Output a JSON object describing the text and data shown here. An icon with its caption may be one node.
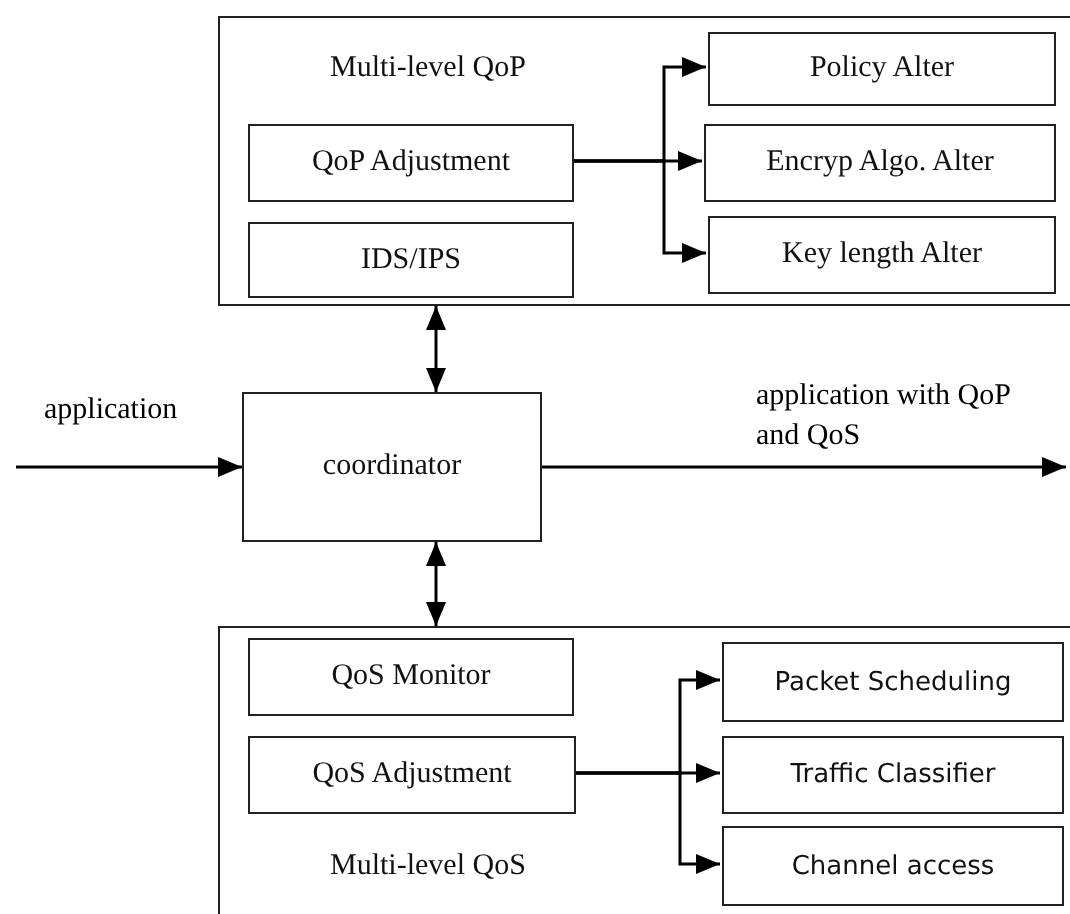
{
  "diagram": {
    "nodes": [
      {
        "text": [
          "Multi-level QoP"
        ]
      },
      {
        "text": [
          "QoP Adjustment"
        ],
        "in": 0
      },
      {
        "text": [
          "IDS/IPS"
        ],
        "in": 0
      },
      {
        "text": [
          "Policy Alter"
        ],
        "in": 0
      },
      {
        "text": [
          "Encryp Algo. Alter"
        ],
        "in": 0
      },
      {
        "text": [
          "Key length Alter"
        ],
        "in": 0
      },
      {
        "text": [
          "coordinator"
        ]
      },
      {
        "text": [
          "Multi-level QoS"
        ]
      },
      {
        "text": [
          "QoS Monitor"
        ],
        "in": 7
      },
      {
        "text": [
          "QoS Adjustment"
        ],
        "in": 7
      },
      {
        "text": [
          "Packet Scheduling"
        ],
        "in": 7
      },
      {
        "text": [
          "Traffic Classifier"
        ],
        "in": 7
      },
      {
        "text": [
          "Channel access"
        ],
        "in": 7
      }
    ],
    "edges": [
      {
        "from": 0,
        "to": 6,
        "arrow": "both"
      },
      {
        "from": 6,
        "to": 7,
        "arrow": "both"
      },
      {
        "from": null,
        "to": 6,
        "arrow": "to",
        "label": "application"
      },
      {
        "from": 6,
        "to": null,
        "arrow": "to",
        "label": "application with QoP and QoS"
      },
      {
        "from": 1,
        "to": 3,
        "arrow": "to"
      },
      {
        "from": 1,
        "to": 4,
        "arrow": "to"
      },
      {
        "from": 1,
        "to": 5,
        "arrow": "to"
      },
      {
        "from": 9,
        "to": 10,
        "arrow": "to"
      },
      {
        "from": 9,
        "to": 11,
        "arrow": "to"
      },
      {
        "from": 9,
        "to": 12,
        "arrow": "to"
      }
    ]
  }
}
